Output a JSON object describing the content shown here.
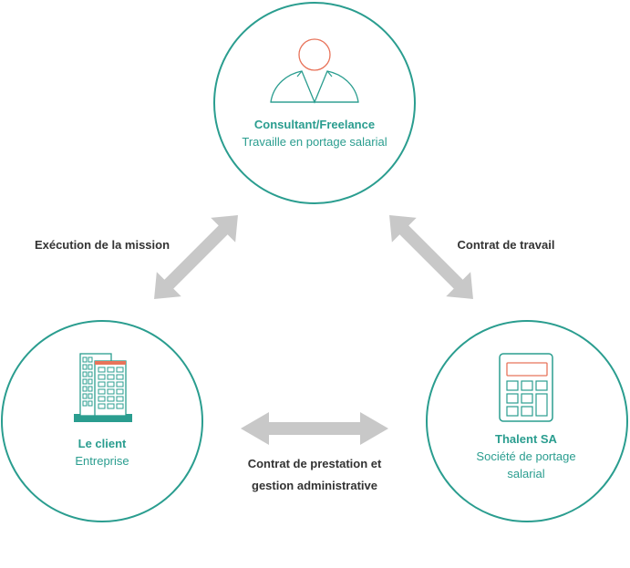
{
  "colors": {
    "teal": "#2a9d8f",
    "coral": "#e8735a",
    "arrow_gray": "#c8c8c8",
    "label_dark": "#333333"
  },
  "nodes": {
    "consultant": {
      "title": "Consultant/Freelance",
      "subtitle": "Travaille en portage salarial",
      "icon": "person-icon"
    },
    "client": {
      "title": "Le client",
      "subtitle": "Entreprise",
      "icon": "building-icon"
    },
    "thalent": {
      "title": "Thalent SA",
      "subtitle_line1": "Société de portage",
      "subtitle_line2": "salarial",
      "icon": "calculator-icon"
    }
  },
  "edges": {
    "consultant_client": "Exécution de la mission",
    "consultant_thalent": "Contrat de travail",
    "client_thalent_line1": "Contrat de prestation et",
    "client_thalent_line2": "gestion administrative"
  }
}
